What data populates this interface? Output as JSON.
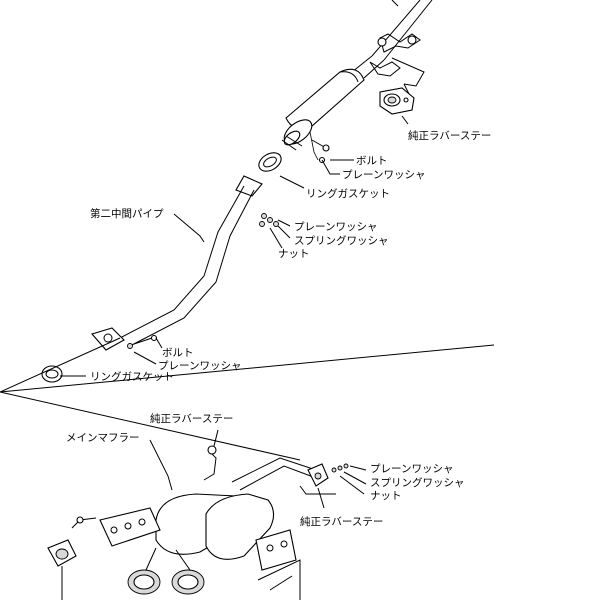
{
  "labels": {
    "bracket_top": "純正ラバーステー",
    "bolt_1": "ボルト",
    "plain_washer_1": "プレーンワッシャ",
    "ring_gasket_1": "リングガスケット",
    "second_mid_pipe": "第二中間パイプ",
    "plain_washer_2": "プレーンワッシャ",
    "spring_washer_1": "スプリングワッシャ",
    "nut_1": "ナット",
    "bolt_2": "ボルト",
    "plain_washer_3": "プレーンワッシャ",
    "ring_gasket_2": "リングガスケット",
    "bracket_mid": "純正ラバーステー",
    "main_muffler": "メインマフラー",
    "plain_washer_4": "プレーンワッシャ",
    "spring_washer_2": "スプリングワッシャ",
    "nut_2": "ナット",
    "bracket_bottom": "純正ラバーステー"
  }
}
